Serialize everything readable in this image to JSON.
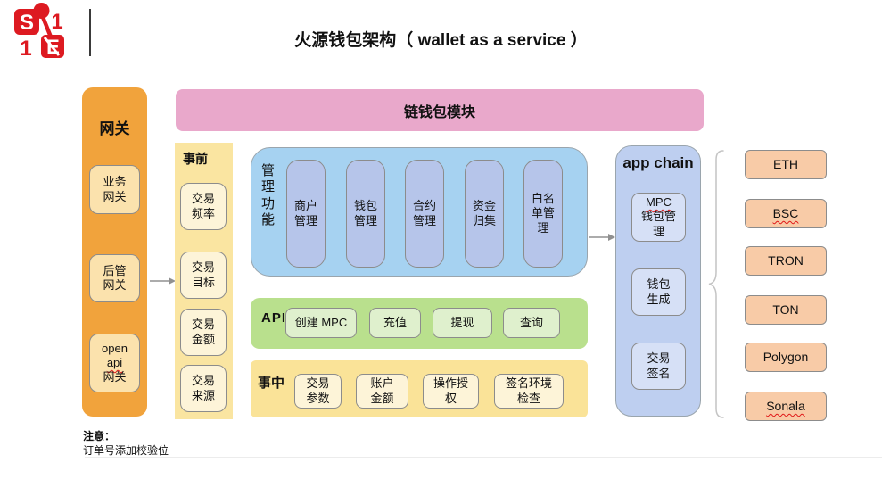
{
  "logo": {
    "brand": "S11E",
    "letters": [
      "S",
      "1",
      "1",
      "E"
    ]
  },
  "title": "火源钱包架构（ wallet as a service ）",
  "gateway": {
    "label": "网关",
    "boxes": [
      {
        "label": "业务\n网关"
      },
      {
        "label": "后管\n网关"
      },
      {
        "word1": "open",
        "word2": "api",
        "word3": "网关"
      }
    ]
  },
  "chain_wallet_module": {
    "label": "链钱包模块"
  },
  "pre_stage": {
    "label": "事前",
    "boxes": [
      {
        "label": "交易\n频率"
      },
      {
        "label": "交易\n目标"
      },
      {
        "label": "交易\n金额"
      },
      {
        "label": "交易\n来源"
      }
    ]
  },
  "management": {
    "label": "管\n理\n功\n能",
    "boxes": [
      {
        "label": "商户\n管理"
      },
      {
        "label": "钱包\n管理"
      },
      {
        "label": "合约\n管理"
      },
      {
        "label": "资金\n归集"
      },
      {
        "label": "白名\n单管\n理"
      }
    ]
  },
  "api_section": {
    "label": "API",
    "boxes": [
      {
        "label": "创建 MPC"
      },
      {
        "label": "充值"
      },
      {
        "label": "提现"
      },
      {
        "label": "查询"
      }
    ]
  },
  "mid_stage": {
    "label": "事中",
    "boxes": [
      {
        "label": "交易\n参数"
      },
      {
        "label": "账户\n金额"
      },
      {
        "label": "操作授\n权"
      },
      {
        "label": "签名环境\n检查"
      }
    ]
  },
  "app_chain": {
    "label": "app  chain",
    "boxes": [
      {
        "word1": "MPC",
        "rest": "钱包管\n理"
      },
      {
        "label": "钱包\n生成"
      },
      {
        "label": "交易\n签名"
      }
    ]
  },
  "chains": [
    {
      "label": "ETH"
    },
    {
      "label": "BSC",
      "misspelled": true
    },
    {
      "label": "TRON"
    },
    {
      "label": "TON"
    },
    {
      "label": "Polygon"
    },
    {
      "label": "Sonala",
      "misspelled": true
    }
  ],
  "note": {
    "heading": "注意：",
    "text": "订单号添加校验位"
  },
  "colors": {
    "gateway_bg": "#F1A33C",
    "gateway_box_bg": "#FBE2AD",
    "module_bar_bg": "#E9A8CB",
    "pre_col_bg": "#FAE5A1",
    "pre_box_bg": "#FDF4D8",
    "management_bg": "#A6D2F1",
    "management_box_bg": "#B6C5EA",
    "api_bg": "#B9E08D",
    "api_box_bg": "#DFF0CD",
    "mid_bg": "#FAE398",
    "mid_box_bg": "#FDF4D8",
    "app_chain_bg": "#BECFF0",
    "app_chain_box_bg": "#D6E0F6",
    "chain_box_bg": "#F8CBA7",
    "logo_red": "#DD1A21",
    "spellcheck_red": "#E01818",
    "border_gray": "#8C8C8C"
  }
}
